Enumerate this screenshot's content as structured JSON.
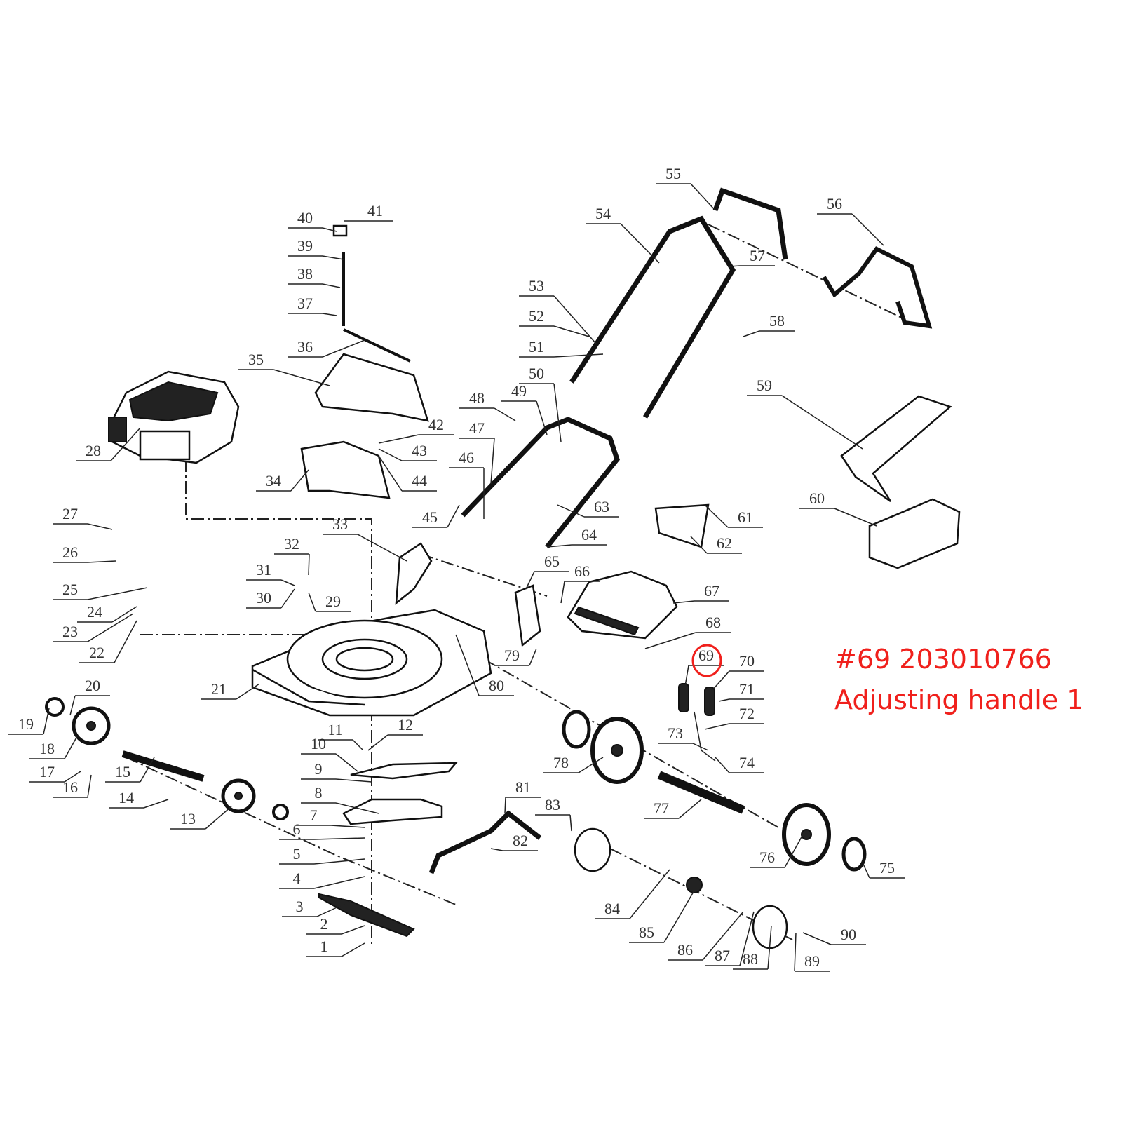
{
  "diagram": {
    "callouts": [
      "1",
      "2",
      "3",
      "4",
      "5",
      "6",
      "7",
      "8",
      "9",
      "10",
      "11",
      "12",
      "13",
      "14",
      "15",
      "16",
      "17",
      "18",
      "19",
      "20",
      "21",
      "22",
      "23",
      "24",
      "25",
      "26",
      "27",
      "28",
      "29",
      "30",
      "31",
      "32",
      "33",
      "34",
      "35",
      "36",
      "37",
      "38",
      "39",
      "40",
      "41",
      "42",
      "43",
      "44",
      "45",
      "46",
      "47",
      "48",
      "49",
      "50",
      "51",
      "52",
      "53",
      "54",
      "55",
      "56",
      "57",
      "58",
      "59",
      "60",
      "61",
      "62",
      "63",
      "64",
      "65",
      "66",
      "67",
      "68",
      "69",
      "70",
      "71",
      "72",
      "73",
      "74",
      "75",
      "76",
      "77",
      "78",
      "79",
      "80",
      "81",
      "82",
      "83",
      "84",
      "85",
      "86",
      "87",
      "88",
      "89",
      "90"
    ],
    "highlighted_part": "69",
    "highlight_color": "#f0201c"
  },
  "annotation": {
    "part_line": "#69 203010766",
    "description": "Adjusting handle 1"
  }
}
